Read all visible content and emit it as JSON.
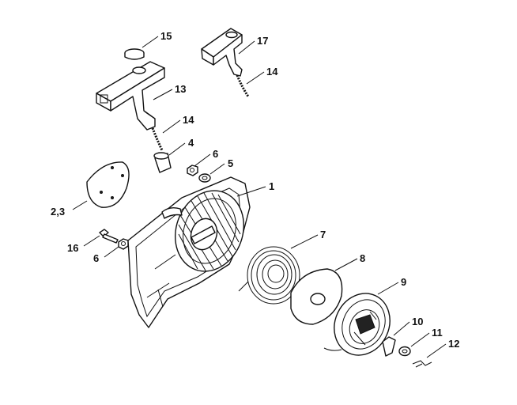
{
  "diagram": {
    "callouts": {
      "c15": "15",
      "c17": "17",
      "c13": "13",
      "c14a": "14",
      "c14b": "14",
      "c4": "4",
      "c6a": "6",
      "c5": "5",
      "c1": "1",
      "c23": "2,3",
      "c16": "16",
      "c6b": "6",
      "c7": "7",
      "c8": "8",
      "c9": "9",
      "c10": "10",
      "c11": "11",
      "c12": "12"
    }
  }
}
